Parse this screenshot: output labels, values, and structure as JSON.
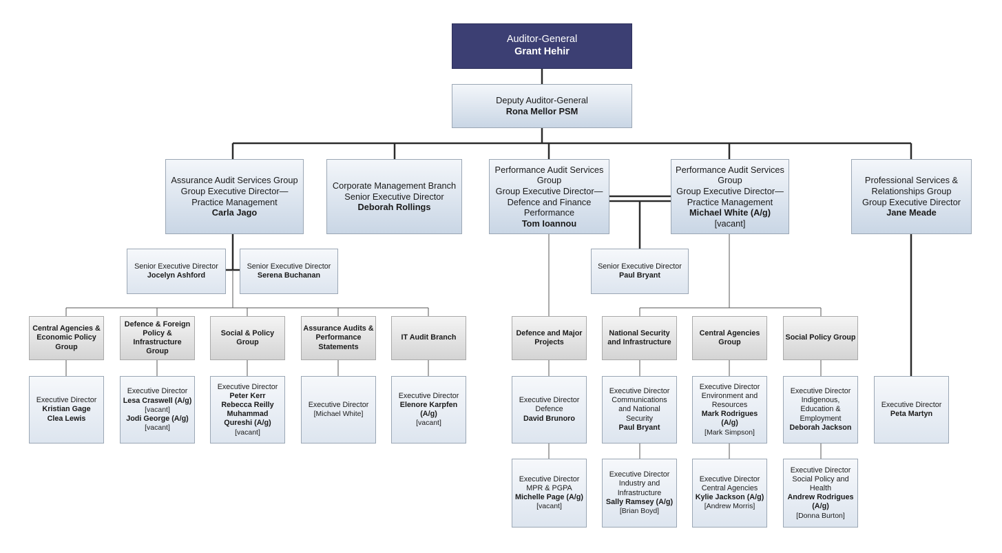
{
  "top": {
    "title": "Auditor-General",
    "name": "Grant Hehir"
  },
  "deputy": {
    "title": "Deputy Auditor-General",
    "name": "Rona Mellor PSM"
  },
  "groups": {
    "assurance": {
      "line1": "Assurance Audit Services Group",
      "line2": "Group Executive Director—",
      "line3": "Practice Management",
      "name": "Carla Jago"
    },
    "corporate": {
      "line1": "Corporate Management Branch",
      "line2": "Senior Executive Director",
      "name": "Deborah Rollings"
    },
    "perf_defence": {
      "line1": "Performance Audit Services",
      "line2": "Group",
      "line3": "Group Executive Director—",
      "line4": "Defence and Finance",
      "line5": "Performance",
      "name": "Tom Ioannou"
    },
    "perf_practice": {
      "line1": "Performance Audit Services",
      "line2": "Group",
      "line3": "Group Executive Director—",
      "line4": "Practice Management",
      "name": "Michael White (A/g)",
      "note": "[vacant]"
    },
    "professional": {
      "line1": "Professional Services &",
      "line2": "Relationships Group",
      "line3": "Group Executive Director",
      "name": "Jane Meade"
    }
  },
  "sed": {
    "jocelyn": {
      "title": "Senior Executive Director",
      "name": "Jocelyn Ashford"
    },
    "serena": {
      "title": "Senior Executive Director",
      "name": "Serena Buchanan"
    },
    "paul": {
      "title": "Senior Executive Director",
      "name": "Paul Bryant"
    }
  },
  "branches": {
    "central_econ": {
      "line1": "Central Agencies &",
      "line2": "Economic Policy",
      "line3": "Group"
    },
    "defence_foreign": {
      "line1": "Defence & Foreign",
      "line2": "Policy &",
      "line3": "Infrastructure",
      "line4": "Group"
    },
    "social_policy_group": {
      "line1": "Social & Policy",
      "line2": "Group"
    },
    "assurance_audits": {
      "line1": "Assurance Audits &",
      "line2": "Performance",
      "line3": "Statements"
    },
    "it_audit": {
      "line1": "IT Audit Branch"
    },
    "defence_major": {
      "line1": "Defence and Major",
      "line2": "Projects"
    },
    "national_security": {
      "line1": "National Security",
      "line2": "and Infrastructure"
    },
    "central_agencies": {
      "line1": "Central Agencies",
      "line2": "Group"
    },
    "social_policy": {
      "line1": "Social Policy Group"
    }
  },
  "eds": {
    "kristian": {
      "title": "Executive Director",
      "name1": "Kristian Gage",
      "name2": "Clea Lewis"
    },
    "lesa": {
      "title": "Executive Director",
      "name1": "Lesa Craswell (A/g)",
      "note1": "[vacant]",
      "name2": "Jodi George (A/g)",
      "note2": "[vacant]"
    },
    "peter": {
      "title": "Executive Director",
      "name1": "Peter Kerr",
      "name2": "Rebecca Reilly",
      "name3": "Muhammad",
      "name4": "Qureshi (A/g)",
      "note": "[vacant]"
    },
    "michael": {
      "title": "Executive Director",
      "note": "[Michael White]"
    },
    "elenore": {
      "title": "Executive Director",
      "name1": "Elenore Karpfen",
      "name2": "(A/g)",
      "note": "[vacant]"
    },
    "david": {
      "title": "Executive Director",
      "line2": "Defence",
      "name": "David Brunoro"
    },
    "michelle": {
      "title": "Executive Director",
      "line2": "MPR & PGPA",
      "name": "Michelle Page (A/g)",
      "note": "[vacant]"
    },
    "paul_ed": {
      "title": "Executive Director",
      "line2": "Communications",
      "line3": "and National",
      "line4": "Security",
      "name": "Paul Bryant"
    },
    "sally": {
      "title": "Executive Director",
      "line2": "Industry and",
      "line3": "Infrastructure",
      "name": "Sally Ramsey (A/g)",
      "note": "[Brian Boyd]"
    },
    "mark": {
      "title": "Executive Director",
      "line2": "Environment and",
      "line3": "Resources",
      "name1": "Mark Rodrigues",
      "name2": "(A/g)",
      "note": "[Mark Simpson]"
    },
    "kylie": {
      "title": "Executive Director",
      "line2": "Central Agencies",
      "name": "Kylie Jackson (A/g)",
      "note": "[Andrew Morris]"
    },
    "deborah": {
      "title": "Executive Director",
      "line2": "Indigenous,",
      "line3": "Education &",
      "line4": "Employment",
      "name": "Deborah Jackson"
    },
    "andrew": {
      "title": "Executive Director",
      "line2": "Social Policy and",
      "line3": "Health",
      "name1": "Andrew Rodrigues",
      "name2": "(A/g)",
      "note": "[Donna Burton]"
    },
    "peta": {
      "title": "Executive Director",
      "name": "Peta Martyn"
    }
  }
}
